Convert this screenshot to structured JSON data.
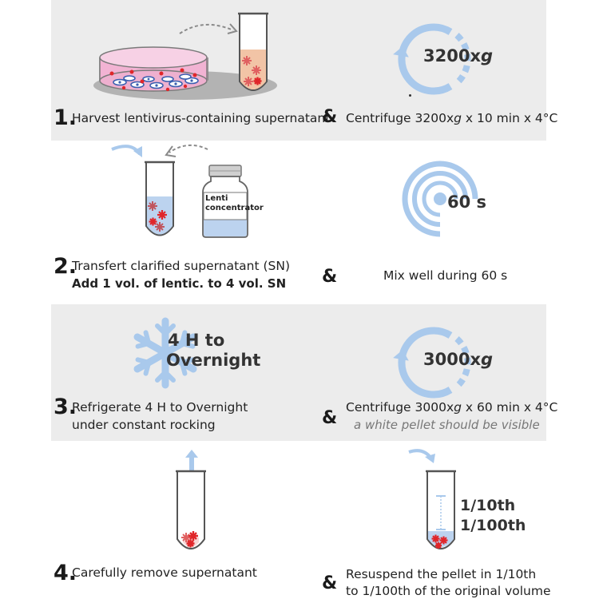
{
  "steps": [
    {
      "number": "1.",
      "left": "Harvest lentivirus-containing supernatant",
      "right": "Centrifuge 3200xg x 10 min x 4°C",
      "right_parts": [
        "Centrifuge 3200x",
        "g",
        " x 10 min x 4°C"
      ],
      "speed_label": "3200x",
      "speed_label_g": "g"
    },
    {
      "number": "2.",
      "left_line1": "Transfert clarified supernatant (SN)",
      "left_line2": "Add 1 vol. of lentic. to 4 vol. SN",
      "right": "Mix well during 60 s",
      "bottle_label_1": "Lenti",
      "bottle_label_2": "concentrator",
      "time_label": "60 s"
    },
    {
      "number": "3.",
      "left_line1": "Refrigerate 4 H to Overnight",
      "left_line2": "under constant rocking",
      "right_parts": [
        "Centrifuge 3000x",
        "g",
        " x 60 min x 4°C"
      ],
      "right_note": "a white pellet should be visible",
      "snow_label_1": "4 H to",
      "snow_label_2": "Overnight",
      "speed_label": "3000x",
      "speed_label_g": "g"
    },
    {
      "number": "4.",
      "left": "Carefully remove supernatant",
      "right_line1": "Resuspend the pellet in 1/10th",
      "right_line2": "to 1/100th of the original volume",
      "ratio_1": "1/10th",
      "ratio_2": "1/100th"
    }
  ],
  "ampersand": "&",
  "colors": {
    "band_gray": "#ececec",
    "accent_blue": "#a9c9ec",
    "virus_red": "#e0262a",
    "pink_medium": "#f0a9c8",
    "tube_liquid_orange": "#f2c4a6",
    "liquid_blue": "#bcd3ef"
  }
}
